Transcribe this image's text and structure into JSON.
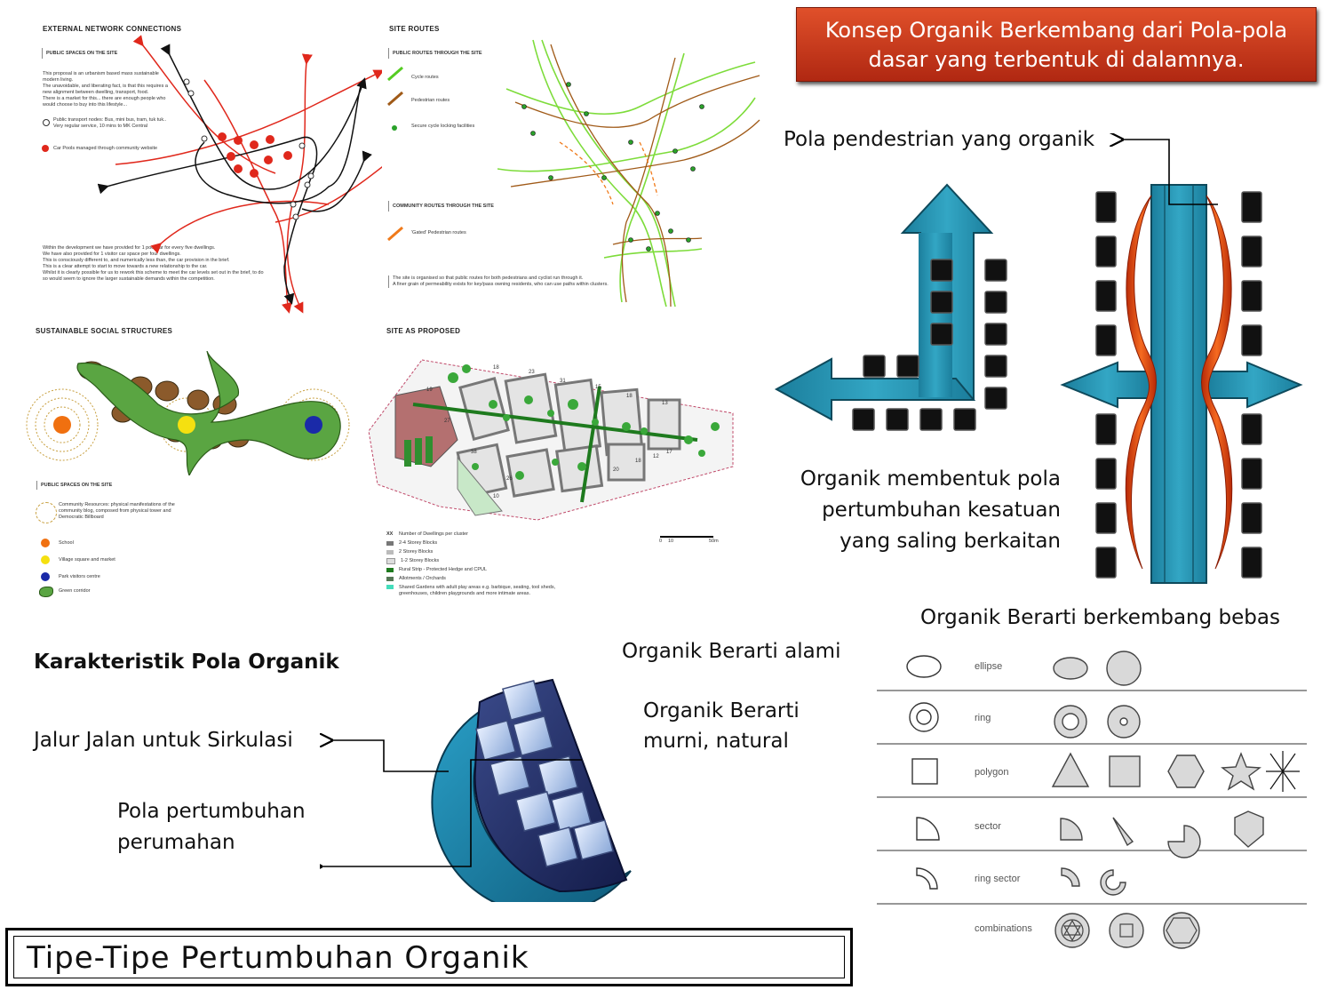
{
  "banner": {
    "line1": "Konsep Organik Berkembang dari Pola-pola",
    "line2": "dasar yang terbentuk di dalamnya."
  },
  "panel1": {
    "title": "EXTERNAL NETWORK CONNECTIONS",
    "subtitle": "PUBLIC SPACES ON THE SITE",
    "para": [
      "This proposal is an urbanism based mass sustainable",
      "modern living.",
      "The unavoidable, and liberating fact, is that this requires a",
      "new alignment between dwelling, transport, food.",
      "There is a market for this... there are enough people who",
      "would choose to buy into this lifestyle..."
    ],
    "legend1": [
      "Public transport nodes: Bus, mini bus, tram, tuk tuk..",
      "Very regular service, 10 mins to MK Central"
    ],
    "legend2": "Car Pools managed through community website",
    "bottom": [
      "Within the development we have provided for 1 pool car for every five dwellings.",
      "We have also provided for 1 visitor car space per four dwellings.",
      "This is consciously different to, and numerically less than, the car provision in the brief.",
      "This is a clear attempt to start to move towards a new relationship to the car.",
      "Whilst it is clearly possible for us to rework this scheme to meet the car levels set out in the brief, to do",
      "so would seem to ignore the larger sustainable demands within the competition."
    ]
  },
  "panel2": {
    "title": "SITE ROUTES",
    "subtitle": "PUBLIC ROUTES THROUGH THE SITE",
    "legend": [
      "Cycle routes",
      "Pedestrian routes",
      "Secure cycle locking facilities"
    ],
    "subtitle2": "COMMUNITY ROUTES THROUGH THE SITE",
    "legend2": "'Gated' Pedestrian routes",
    "bottom": [
      "The site is organised so that public routes for both pedestrians and cyclist run through it.",
      "A finer grain of permeability exists for key/pass owning residents, who can use paths within clusters."
    ]
  },
  "panel3": {
    "title": "SUSTAINABLE SOCIAL STRUCTURES",
    "subtitle": "PUBLIC SPACES ON THE SITE",
    "legend": [
      "Community Resources: physical manifestations of the",
      "community blog, composed from physical tower and",
      "Democratic Billboard"
    ],
    "items": [
      "School",
      "Village square and market",
      "Park visitors centre",
      "Green corridor"
    ]
  },
  "panel4": {
    "title": "SITE AS PROPOSED",
    "legend": [
      "Number of Dwellings per cluster",
      "2-4 Storey Blocks",
      "2 Storey Blocks",
      "1-2 Storey Blocks",
      "Rural Strip - Protected Hedge and CPUL",
      "Allotments / Orchards",
      "Shared Gardens with adult play areas e.g. barbique, seating, tool sheds,",
      "greenhouses, children playgrounds and more intimate areas."
    ],
    "xx": "XX",
    "scale": [
      "0",
      "10",
      "50m"
    ],
    "blocks": [
      "18",
      "23",
      "31",
      "15",
      "18",
      "13",
      "19",
      "27",
      "17",
      "18",
      "38",
      "26",
      "20",
      "12",
      "10"
    ]
  },
  "labels": {
    "pedestrian": "Pola pendestrian yang organik",
    "organik1": "Organik membentuk pola",
    "organik2": "pertumbuhan kesatuan",
    "organik3": "yang saling berkaitan",
    "bebas": "Organik Berarti berkembang bebas",
    "alami": "Organik Berarti alami",
    "murni1": "Organik Berarti",
    "murni2": "murni, natural",
    "karakter": "Karakteristik Pola Organik",
    "jalur": "Jalur Jalan untuk Sirkulasi",
    "pola1": "Pola pertumbuhan",
    "pola2": "perumahan"
  },
  "shapes": [
    "ellipse",
    "ring",
    "polygon",
    "sector",
    "ring sector",
    "combinations"
  ],
  "footer": "Tipe-Tipe Pertumbuhan Organik",
  "colors": {
    "banner": "#c8381a",
    "teal": "#1e8fae",
    "orange": "#e84a10",
    "red": "#d92020"
  }
}
